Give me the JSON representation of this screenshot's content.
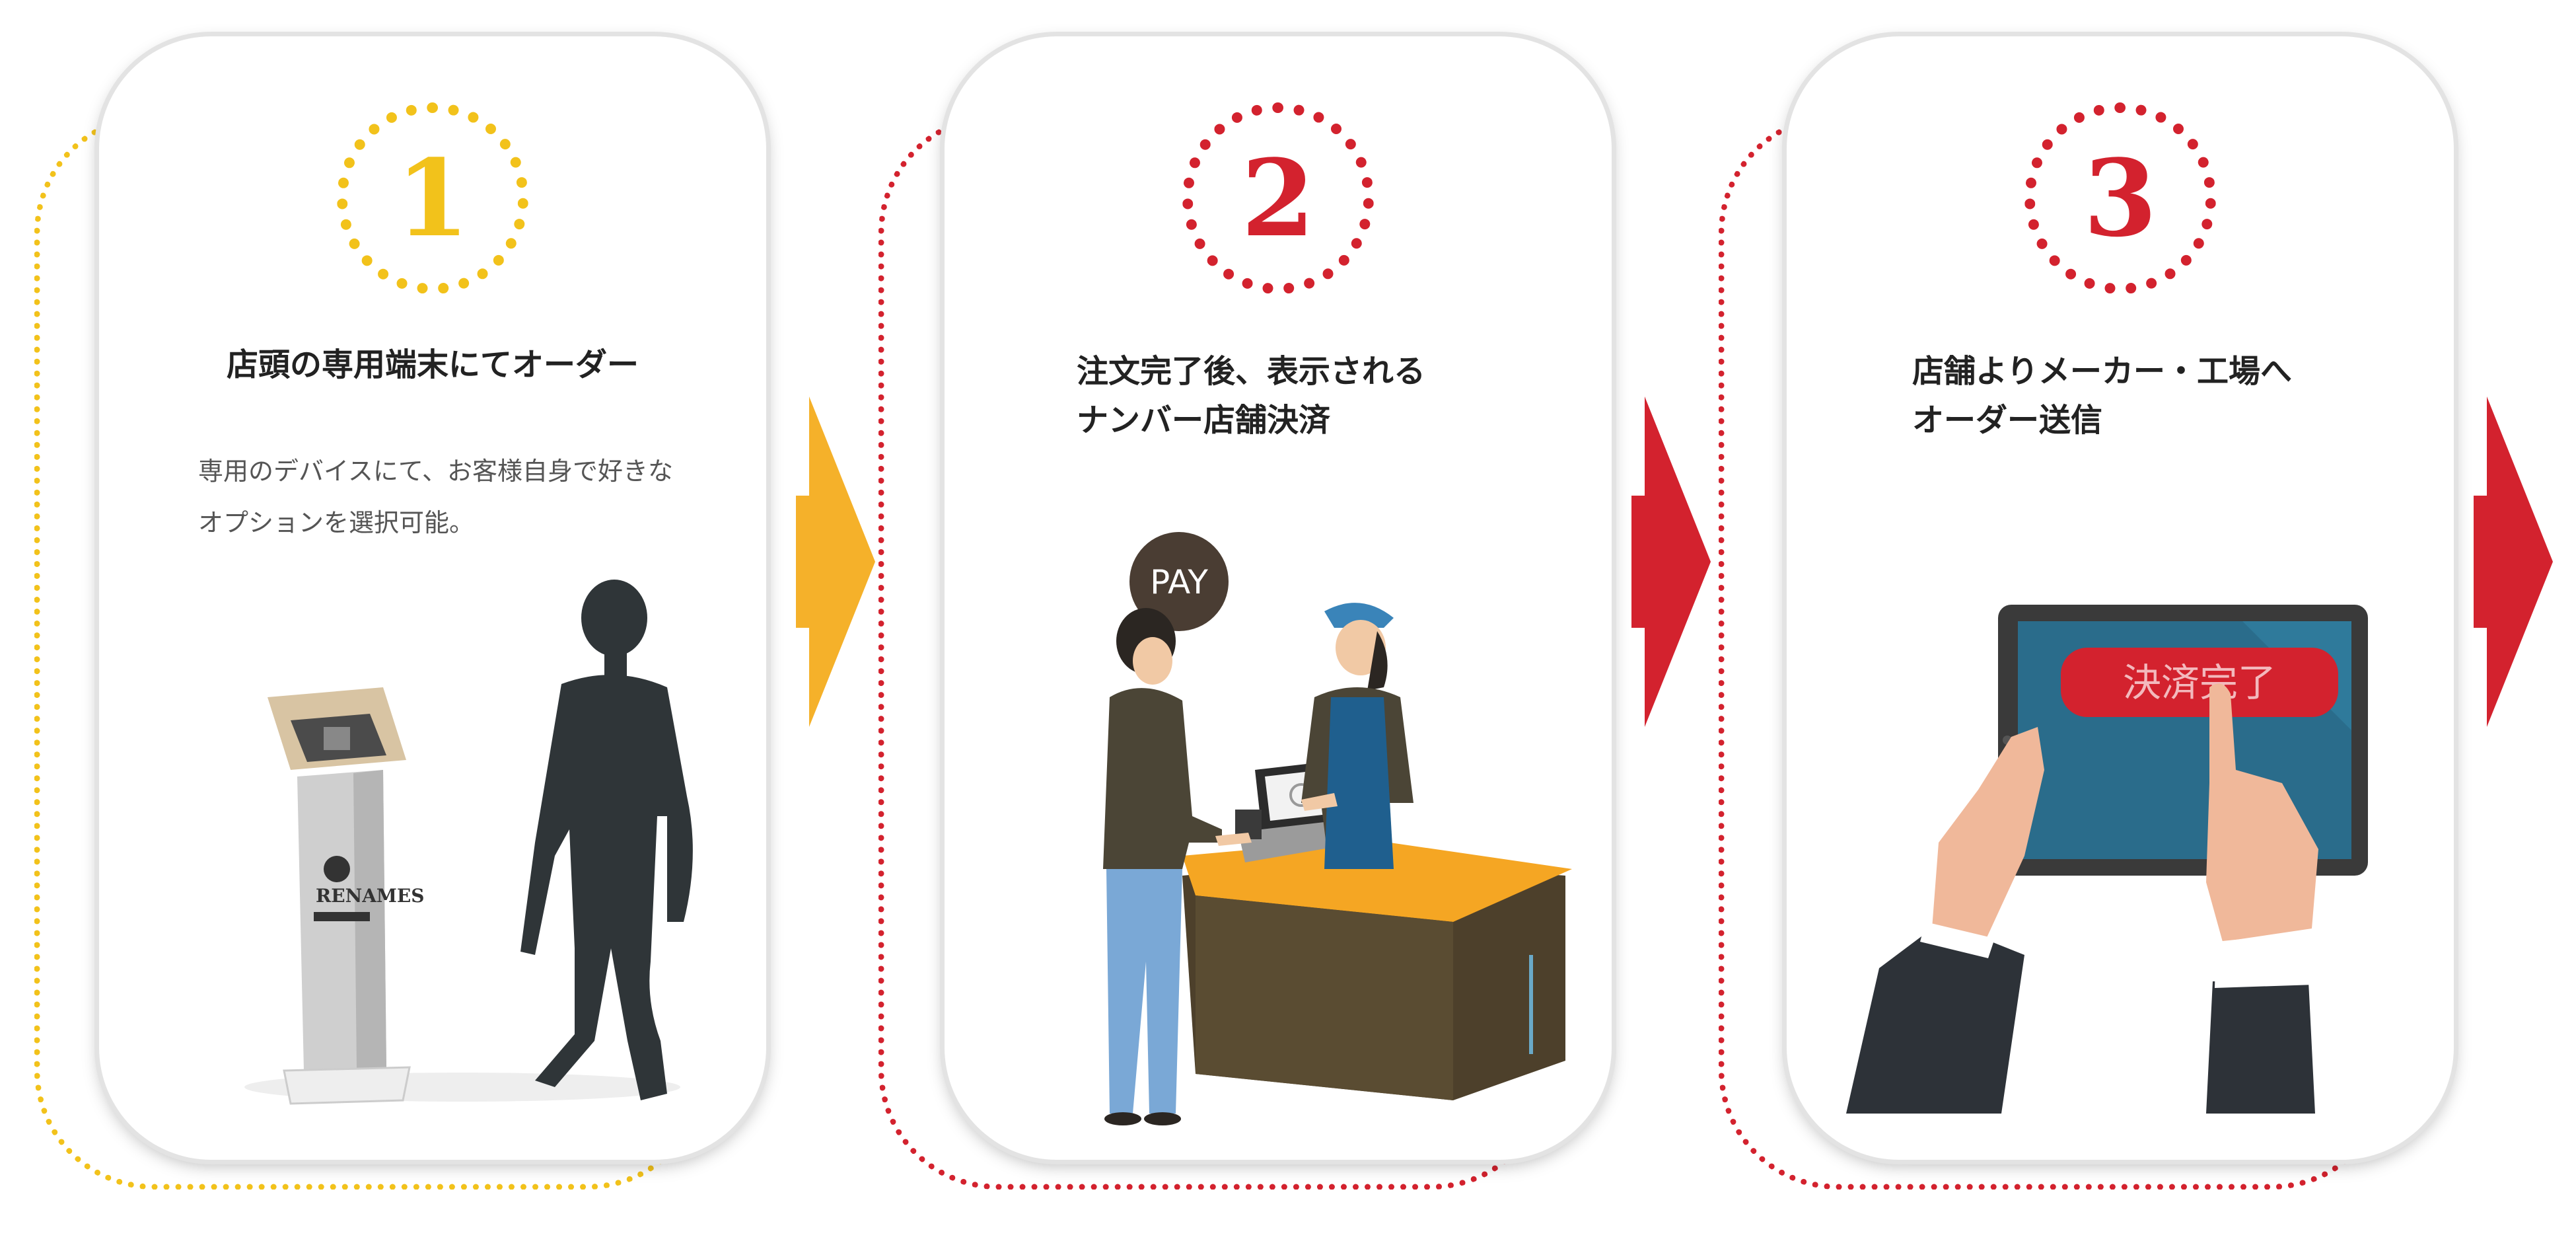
{
  "steps": [
    {
      "number": "1",
      "title_lines": [
        "店頭の専用端末にてオーダー"
      ],
      "description_lines": [
        "専用のデバイスにて、お客様自身で好きな",
        "オプションを選択可能。"
      ],
      "accent_color": "#f2c21b",
      "kiosk_brand": "RENAMES"
    },
    {
      "number": "2",
      "title_lines": [
        "注文完了後、表示される",
        "ナンバー店舗決済"
      ],
      "speech_bubble": "PAY",
      "accent_color": "#d3222e"
    },
    {
      "number": "3",
      "title_lines": [
        "店舗よりメーカー・工場へ",
        "オーダー送信"
      ],
      "tablet_button_label": "決済完了",
      "accent_color": "#d3222e"
    }
  ],
  "arrow_colors": [
    "#f5b12a",
    "#d3222e",
    "#d3222e"
  ]
}
